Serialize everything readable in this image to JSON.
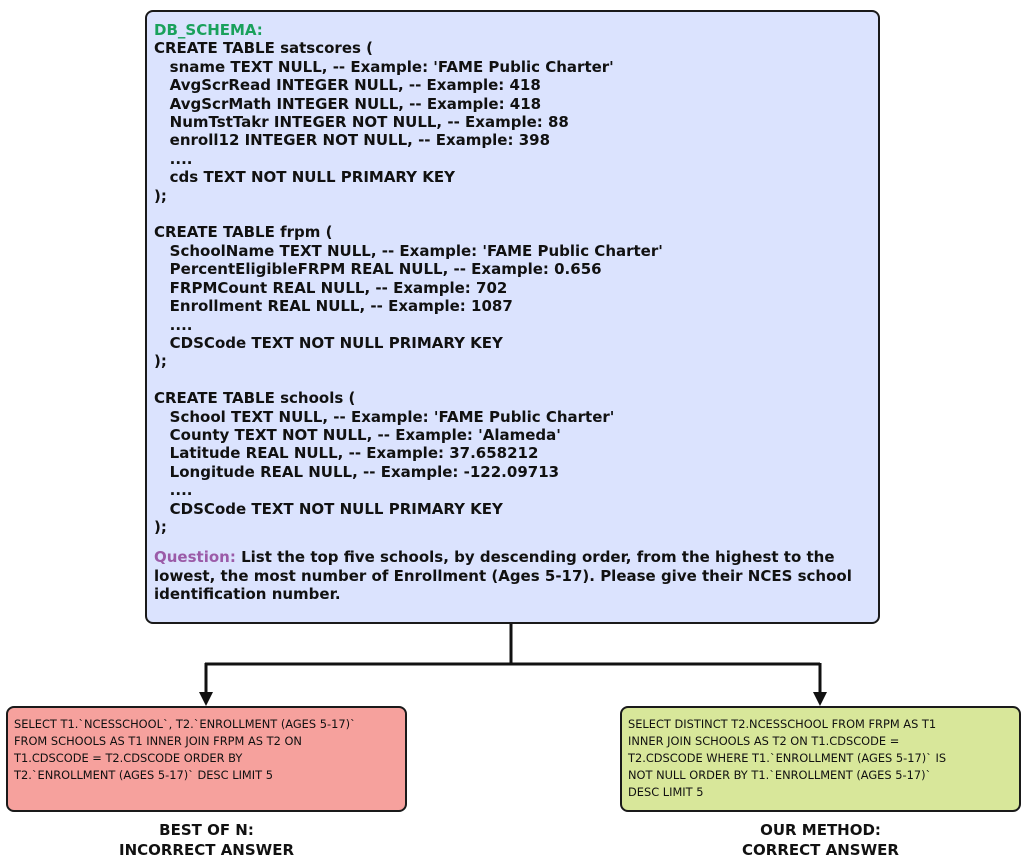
{
  "schema_box": {
    "label": "DB_SCHEMA:",
    "lines": [
      "CREATE TABLE satscores (",
      "   sname TEXT NULL, -- Example: 'FAME Public Charter'",
      "   AvgScrRead INTEGER NULL, -- Example: 418",
      "   AvgScrMath INTEGER NULL, -- Example: 418",
      "   NumTstTakr INTEGER NOT NULL, -- Example: 88",
      "   enroll12 INTEGER NOT NULL, -- Example: 398",
      "   ....",
      "   cds TEXT NOT NULL PRIMARY KEY",
      ");",
      "",
      "CREATE TABLE frpm (",
      "   SchoolName TEXT NULL, -- Example: 'FAME Public Charter'",
      "   PercentEligibleFRPM REAL NULL, -- Example: 0.656",
      "   FRPMCount REAL NULL, -- Example: 702",
      "   Enrollment REAL NULL, -- Example: 1087",
      "   ....",
      "   CDSCode TEXT NOT NULL PRIMARY KEY",
      ");",
      "",
      "CREATE TABLE schools (",
      "   School TEXT NULL, -- Example: 'FAME Public Charter'",
      "   County TEXT NOT NULL, -- Example: 'Alameda'",
      "   Latitude REAL NULL, -- Example: 37.658212",
      "   Longitude REAL NULL, -- Example: -122.09713",
      "   ....",
      "   CDSCode TEXT NOT NULL PRIMARY KEY",
      ");"
    ],
    "question_label": "Question:",
    "question_text": "List the top five schools, by descending order, from the highest to the lowest, the most number of Enrollment (Ages 5-17). Please give their NCES school identification number.",
    "colors": {
      "background": "#dbe3fe",
      "label": "#1aa15c",
      "question_label": "#9b5ba8"
    }
  },
  "incorrect_answer": {
    "sql_lines": [
      "SELECT T1.`NCESSCHOOL`, T2.`ENROLLMENT (AGES 5-17)`",
      "FROM SCHOOLS AS T1 INNER JOIN FRPM AS T2 ON",
      "T1.CDSCODE = T2.CDSCODE ORDER BY",
      "T2.`ENROLLMENT (AGES 5-17)` DESC LIMIT 5"
    ],
    "title_line1": "BEST OF N:",
    "title_line2": "INCORRECT ANSWER",
    "color": "#f6a19d"
  },
  "correct_answer": {
    "sql_lines": [
      "SELECT DISTINCT T2.NCESSCHOOL FROM FRPM AS T1",
      "INNER JOIN SCHOOLS AS T2 ON T1.CDSCODE =",
      "T2.CDSCODE WHERE T1.`ENROLLMENT (AGES 5-17)` IS",
      "NOT NULL ORDER BY T1.`ENROLLMENT (AGES 5-17)`",
      "DESC LIMIT 5"
    ],
    "title_line1": "OUR METHOD:",
    "title_line2": "CORRECT ANSWER",
    "color": "#d8e79a"
  }
}
